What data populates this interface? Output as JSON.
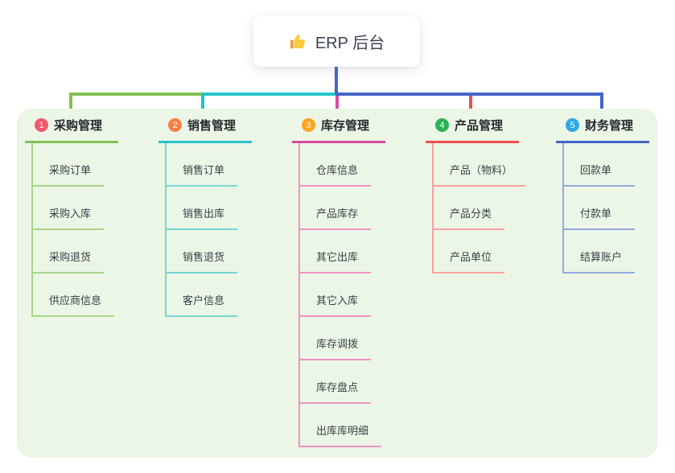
{
  "mindmap": {
    "root": {
      "label": "ERP 后台",
      "icon": "thumbs-up-icon"
    },
    "panel_background": "#ECF6E7",
    "branches": [
      {
        "number": "1",
        "label": "采购管理",
        "line_color": "#82C052",
        "child_line_color": "#A9D589",
        "badge_color": "#F4586B",
        "children": [
          "采购订单",
          "采购入库",
          "采购退货",
          "供应商信息"
        ]
      },
      {
        "number": "2",
        "label": "销售管理",
        "line_color": "#25C4C6",
        "child_line_color": "#76D7D1",
        "badge_color": "#FA7E45",
        "children": [
          "销售订单",
          "销售出库",
          "销售退货",
          "客户信息"
        ]
      },
      {
        "number": "3",
        "label": "库存管理",
        "line_color": "#D94B9F",
        "child_line_color": "#F093C2",
        "badge_color": "#FBA41F",
        "children": [
          "仓库信息",
          "产品库存",
          "其它出库",
          "其它入库",
          "库存调拨",
          "库存盘点",
          "出库库明细"
        ]
      },
      {
        "number": "4",
        "label": "产品管理",
        "line_color": "#EF4F4F",
        "child_line_color": "#F8A29B",
        "badge_color": "#2BB254",
        "children": [
          "产品（物料）",
          "产品分类",
          "产品单位"
        ]
      },
      {
        "number": "5",
        "label": "财务管理",
        "line_color": "#4564C8",
        "child_line_color": "#93A9DC",
        "badge_color": "#2FA8E8",
        "children": [
          "回款单",
          "付款单",
          "结算账户"
        ]
      }
    ]
  }
}
